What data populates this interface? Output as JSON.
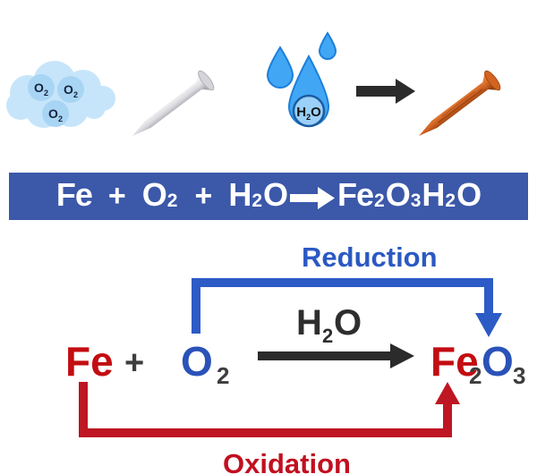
{
  "colors": {
    "banner_background": "#3B58A9",
    "banner_text": "#FFFFFF",
    "iron_red": "#C30D11",
    "oxygen_blue": "#2A52B8",
    "reduction_blue": "#2D5BC6",
    "oxidation_red": "#BE1622",
    "arrow_dark": "#2B2B2B",
    "water_blue": "#41A7F5",
    "water_edge_blue": "#1C7FD9",
    "cloud_blue": "#C7E5FA",
    "rust_orange": "#C4591D",
    "steel_gray": "#C9C9D0"
  },
  "icons": {
    "cloud": "oxygen-cloud-icon",
    "silver_nail": "iron-nail-icon",
    "water_drops": "water-drops-icon",
    "transform_arrow": "transform-arrow-icon",
    "rusty_nail": "rusty-nail-icon",
    "yields_arrow": "yields-arrow-icon",
    "reaction_arrow": "reaction-arrow-icon",
    "reduction_arrow": "reduction-bracket-arrow",
    "oxidation_arrow": "oxidation-bracket-arrow"
  },
  "molecule": {
    "symbol": "O",
    "subscript": "2"
  },
  "water": {
    "h": "H",
    "sub": "2",
    "o": "O"
  },
  "banner": {
    "reactant_fe": "Fe",
    "plus1": "+",
    "o": "O",
    "o_sub": "2",
    "plus2": "+",
    "h": "H",
    "h_sub": "2",
    "h2o_o": "O",
    "product_fe": "Fe",
    "product_fe_sub": "2",
    "product_o": "O",
    "product_o_sub": "3",
    "product_h": "H",
    "product_h_sub": "2",
    "product_h2o_o": "O"
  },
  "diagram": {
    "reduction_label": "Reduction",
    "oxidation_label": "Oxidation",
    "water_h": "H",
    "water_sub": "2",
    "water_o": "O",
    "fe": "Fe",
    "plus": "+",
    "o": "O",
    "o_sub": "2",
    "product_fe": "Fe",
    "product_fe_sub": "2",
    "product_o": "O",
    "product_o_sub": "3"
  }
}
